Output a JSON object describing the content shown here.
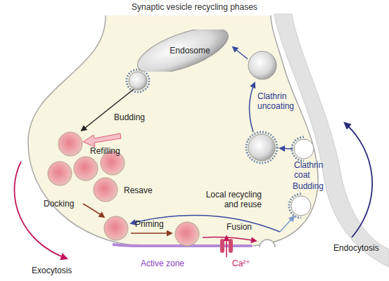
{
  "diagram": {
    "title": "Synaptic vesicle recycling phases",
    "nodes": [
      {
        "text": [
          "Endosome"
        ]
      }
    ],
    "labels": [
      "Budding",
      "Refilling",
      "Resave",
      "Docking",
      "Priming",
      "Fusion",
      "Ca²⁺",
      "Active zone",
      "Exocytosis",
      "Clathrin uncoating",
      "Clathrin coat",
      "Budding",
      "Local recycling and reuse",
      "Endocytosis"
    ]
  }
}
